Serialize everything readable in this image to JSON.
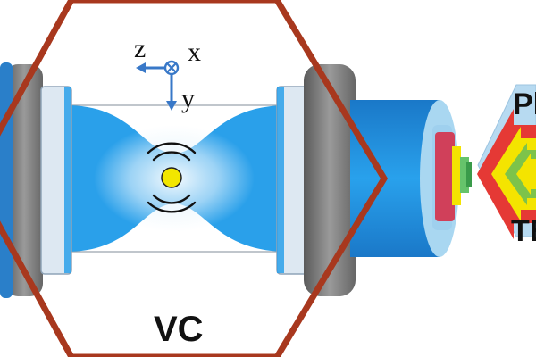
{
  "axes": {
    "z": "z",
    "x": "x",
    "y": "y"
  },
  "labels": {
    "chamber": "VC",
    "right_top": "Pl",
    "right_bottom": "TE"
  },
  "colors": {
    "chamber_outline": "#a8381e",
    "beam": "#2aa0ea",
    "beam_light": "#cde9f8",
    "mirror_face": "#dde8f2",
    "mount": "#808080",
    "tube": "#1e8fe0",
    "tube_face": "#a9d7f1",
    "particle": "#f2e600",
    "axis_arrow": "#3878c8",
    "arrow_red": "#e53935",
    "arrow_yellow": "#f4e400",
    "arrow_green": "#7dc34a",
    "panel": "#b7daf1"
  },
  "icons": [
    "x-into-page-icon",
    "vibration-arc-icon"
  ]
}
